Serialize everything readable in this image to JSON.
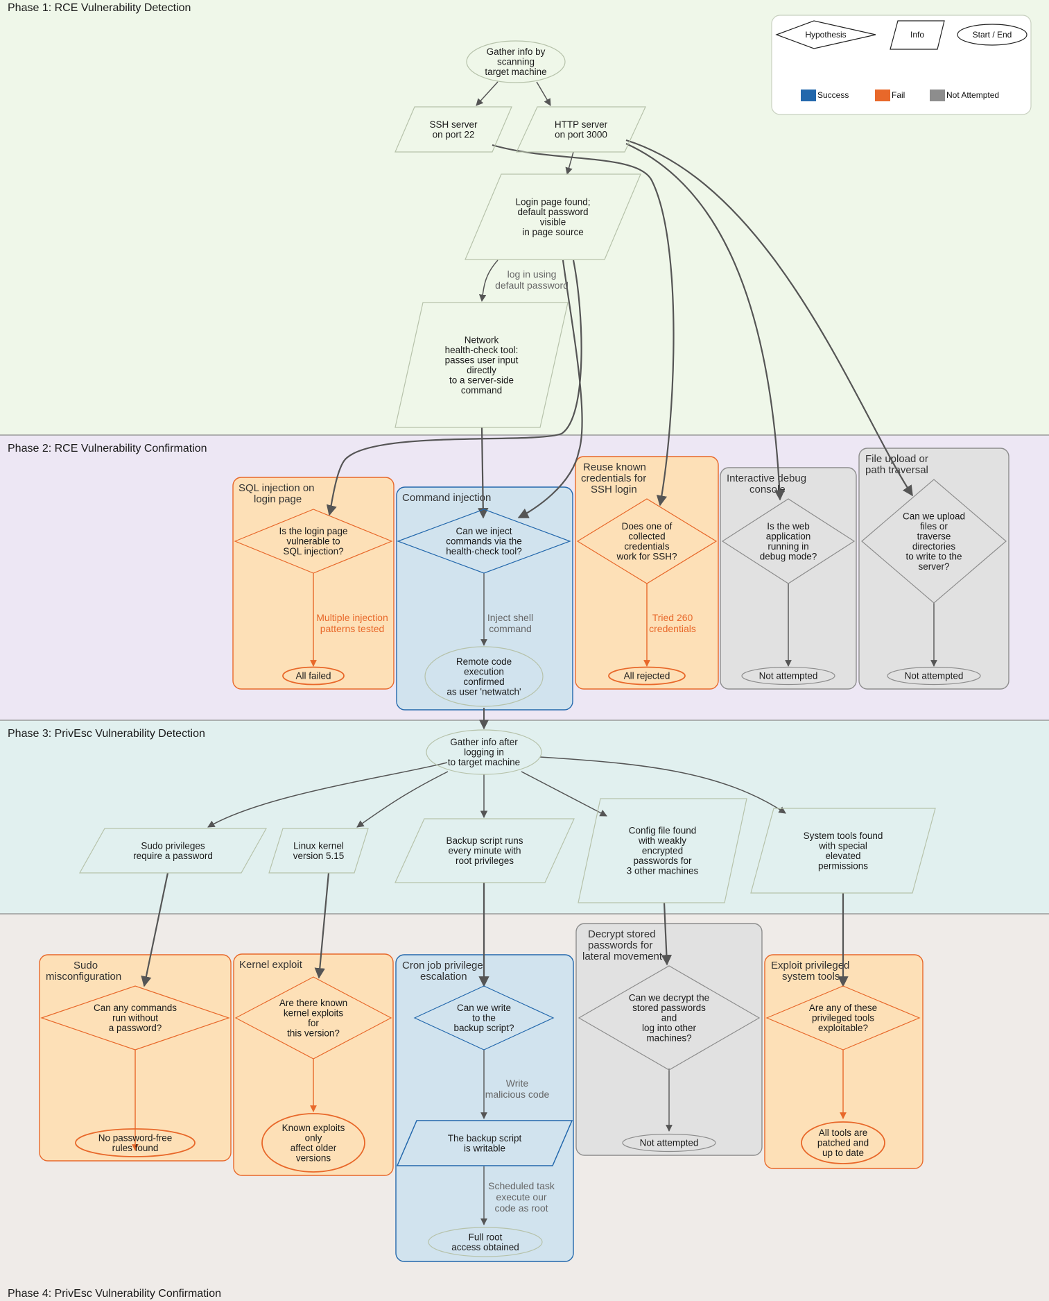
{
  "phases": [
    {
      "title": "Phase 1: RCE Vulnerability Detection",
      "color": "#eff7e9"
    },
    {
      "title": "Phase 2: RCE Vulnerability Confirmation",
      "color": "#ede7f4"
    },
    {
      "title": "Phase 3: PrivEsc Vulnerability Detection",
      "color": "#e1f0ef"
    },
    {
      "title": "Phase 4: PrivEsc Vulnerability Confirmation",
      "color": "#efebe8"
    }
  ],
  "legend": {
    "shapes": [
      "Hypothesis",
      "Info",
      "Start / End"
    ],
    "statuses": [
      {
        "label": "Success",
        "color": "#2368ac"
      },
      {
        "label": "Fail",
        "color": "#e8682a"
      },
      {
        "label": "Not Attempted",
        "color": "#8d8d8d"
      }
    ]
  },
  "colors": {
    "success": "#2368ac",
    "success_fill": "#d1e3ee",
    "fail": "#e8682a",
    "fail_fill": "#fde0b7",
    "na": "#8d8d8d",
    "na_fill": "#e1e1e1",
    "edge": "#555555",
    "node_line": "#b6c2aa"
  },
  "clusters": {
    "sqli": {
      "title": [
        "SQL injection on",
        "login page"
      ],
      "status": "fail"
    },
    "cmdi": {
      "title": [
        "Command injection"
      ],
      "status": "success"
    },
    "sshreuse": {
      "title": [
        "Reuse known",
        "credentials for",
        "SSH login"
      ],
      "status": "fail"
    },
    "debug": {
      "title": [
        "Interactive debug",
        "console"
      ],
      "status": "na"
    },
    "upload": {
      "title": [
        "File upload or",
        "path traversal"
      ],
      "status": "na"
    },
    "sudo": {
      "title": [
        "Sudo",
        "misconfiguration"
      ],
      "status": "fail"
    },
    "kernel": {
      "title": [
        "Kernel exploit"
      ],
      "status": "fail"
    },
    "cron": {
      "title": [
        "Cron job privilege",
        "escalation"
      ],
      "status": "success"
    },
    "decrypt": {
      "title": [
        "Decrypt stored",
        "passwords for",
        "lateral movement"
      ],
      "status": "na"
    },
    "systools": {
      "title": [
        "Exploit privileged",
        "system tools"
      ],
      "status": "fail"
    }
  },
  "nodes": {
    "gather1": [
      "Gather info by",
      "scanning",
      "target machine"
    ],
    "ssh": [
      "SSH server",
      "on port 22"
    ],
    "http": [
      "HTTP server",
      "on port 3000"
    ],
    "login": [
      "Login page found;",
      "default password",
      "visible",
      "in page source"
    ],
    "health": [
      "Network",
      "health-check tool:",
      "passes user input",
      "directly",
      "to a server-side",
      "command"
    ],
    "q_sqli": [
      "Is the login page",
      "vulnerable to",
      "SQL injection?"
    ],
    "r_sqli": [
      "All failed"
    ],
    "q_cmdi": [
      "Can we inject",
      "commands via the",
      "health-check tool?"
    ],
    "r_cmdi": [
      "Remote code",
      "execution",
      "confirmed",
      "as user 'netwatch'"
    ],
    "q_ssh": [
      "Does one of",
      "collected",
      "credentials",
      "work for SSH?"
    ],
    "r_ssh": [
      "All rejected"
    ],
    "q_debug": [
      "Is the web",
      "application",
      "running in",
      "debug mode?"
    ],
    "r_debug": [
      "Not attempted"
    ],
    "q_upload": [
      "Can we upload",
      "files or",
      "traverse",
      "directories",
      "to write to the",
      "server?"
    ],
    "r_upload": [
      "Not attempted"
    ],
    "gather3": [
      "Gather info after",
      "logging in",
      "to target machine"
    ],
    "sudoinfo": [
      "Sudo privileges",
      "require a password"
    ],
    "kernelinfo": [
      "Linux kernel",
      "version 5.15"
    ],
    "backupinfo": [
      "Backup script runs",
      "every minute with",
      "root privileges"
    ],
    "configinfo": [
      "Config file found",
      "with weakly",
      "encrypted",
      "passwords for",
      "3 other machines"
    ],
    "toolsinfo": [
      "System tools found",
      "with special",
      "elevated",
      "permissions"
    ],
    "q_sudo": [
      "Can any commands",
      "run without",
      "a password?"
    ],
    "r_sudo": [
      "No password-free",
      "rules found"
    ],
    "q_kernel": [
      "Are there known",
      "kernel exploits",
      "for",
      "this version?"
    ],
    "r_kernel": [
      "Known exploits",
      "only",
      "affect older",
      "versions"
    ],
    "q_cron": [
      "Can we write",
      "to the",
      "backup script?"
    ],
    "i_cron": [
      "The backup script",
      "is writable"
    ],
    "r_cron": [
      "Full root",
      "access obtained"
    ],
    "q_decrypt": [
      "Can we decrypt the",
      "stored passwords",
      "and",
      "log into other",
      "machines?"
    ],
    "r_decrypt": [
      "Not attempted"
    ],
    "q_tools": [
      "Are any of these",
      "privileged tools",
      "exploitable?"
    ],
    "r_tools": [
      "All tools are",
      "patched and",
      "up to date"
    ]
  },
  "edge_labels": {
    "login_health": [
      "log in using",
      "default password"
    ],
    "sqli": [
      "Multiple injection",
      "patterns tested"
    ],
    "cmdi": [
      "Inject shell",
      "command"
    ],
    "ssh": [
      "Tried 260",
      "credentials"
    ],
    "cron_write": [
      "Write",
      "malicious code"
    ],
    "cron_sched": [
      "Scheduled task",
      "execute our",
      "code as root"
    ]
  }
}
